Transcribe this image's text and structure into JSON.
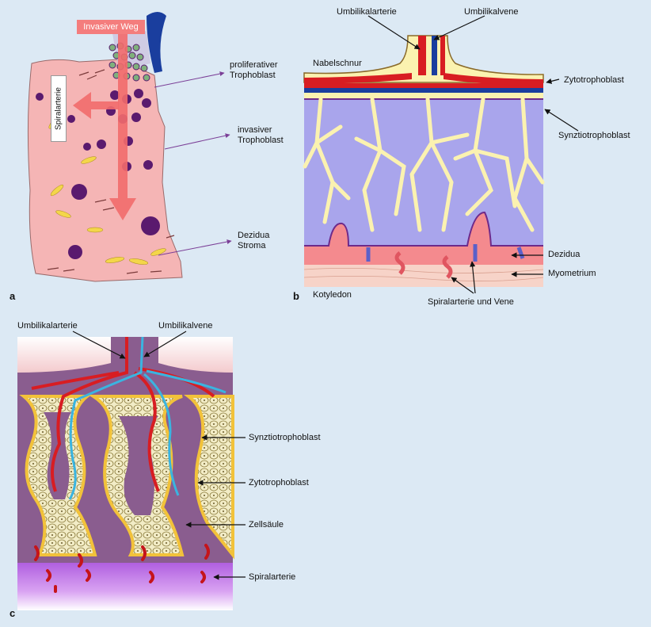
{
  "panels": {
    "a": {
      "letter": "a",
      "invasive_path": "Invasiver Weg",
      "spiral_artery": "Spiralarterie",
      "labels": {
        "proliferative": "proliferativer\nTrophoblast",
        "invasive": "invasiver\nTrophoblast",
        "decidua": "Dezidua\nStroma"
      }
    },
    "b": {
      "letter": "b",
      "labels": {
        "umbilical_artery": "Umbilikalarterie",
        "umbilical_vein": "Umbilikalvene",
        "umbilical_cord": "Nabelschnur",
        "cytotrophoblast": "Zytotrophoblast",
        "syncytiotrophoblast": "Synztiotrophoblast",
        "decidua": "Dezidua",
        "myometrium": "Myometrium",
        "cotyledon": "Kotyledon",
        "spiral_artery_vein": "Spiralarterie und Vene"
      }
    },
    "c": {
      "letter": "c",
      "labels": {
        "umbilical_artery": "Umbilikalarterie",
        "umbilical_vein": "Umbilikalvene",
        "syncytiotrophoblast": "Synztiotrophoblast",
        "cytotrophoblast": "Zytotrophoblast",
        "cell_column": "Zellsäule",
        "spiral_artery": "Spiralarterie"
      }
    }
  },
  "colors": {
    "background": "#dce9f4",
    "artery": "#d81d22",
    "vein": "#1a3e9e",
    "vein_light": "#3ab4e0",
    "intervillous": "#a9a5ec",
    "villi": "#fbf2b0",
    "decidua": "#f48a8e",
    "myometrium": "#f7d3c8",
    "panel_a_tissue": "#f5b5b5",
    "trophoblast_cells": "#5a1a6e",
    "label_line_purple": "#7b3f97",
    "purple_bg": "#8a5d8f",
    "cell_column": "#f2ecc6",
    "synzytio_yellow": "#f2c23a"
  }
}
